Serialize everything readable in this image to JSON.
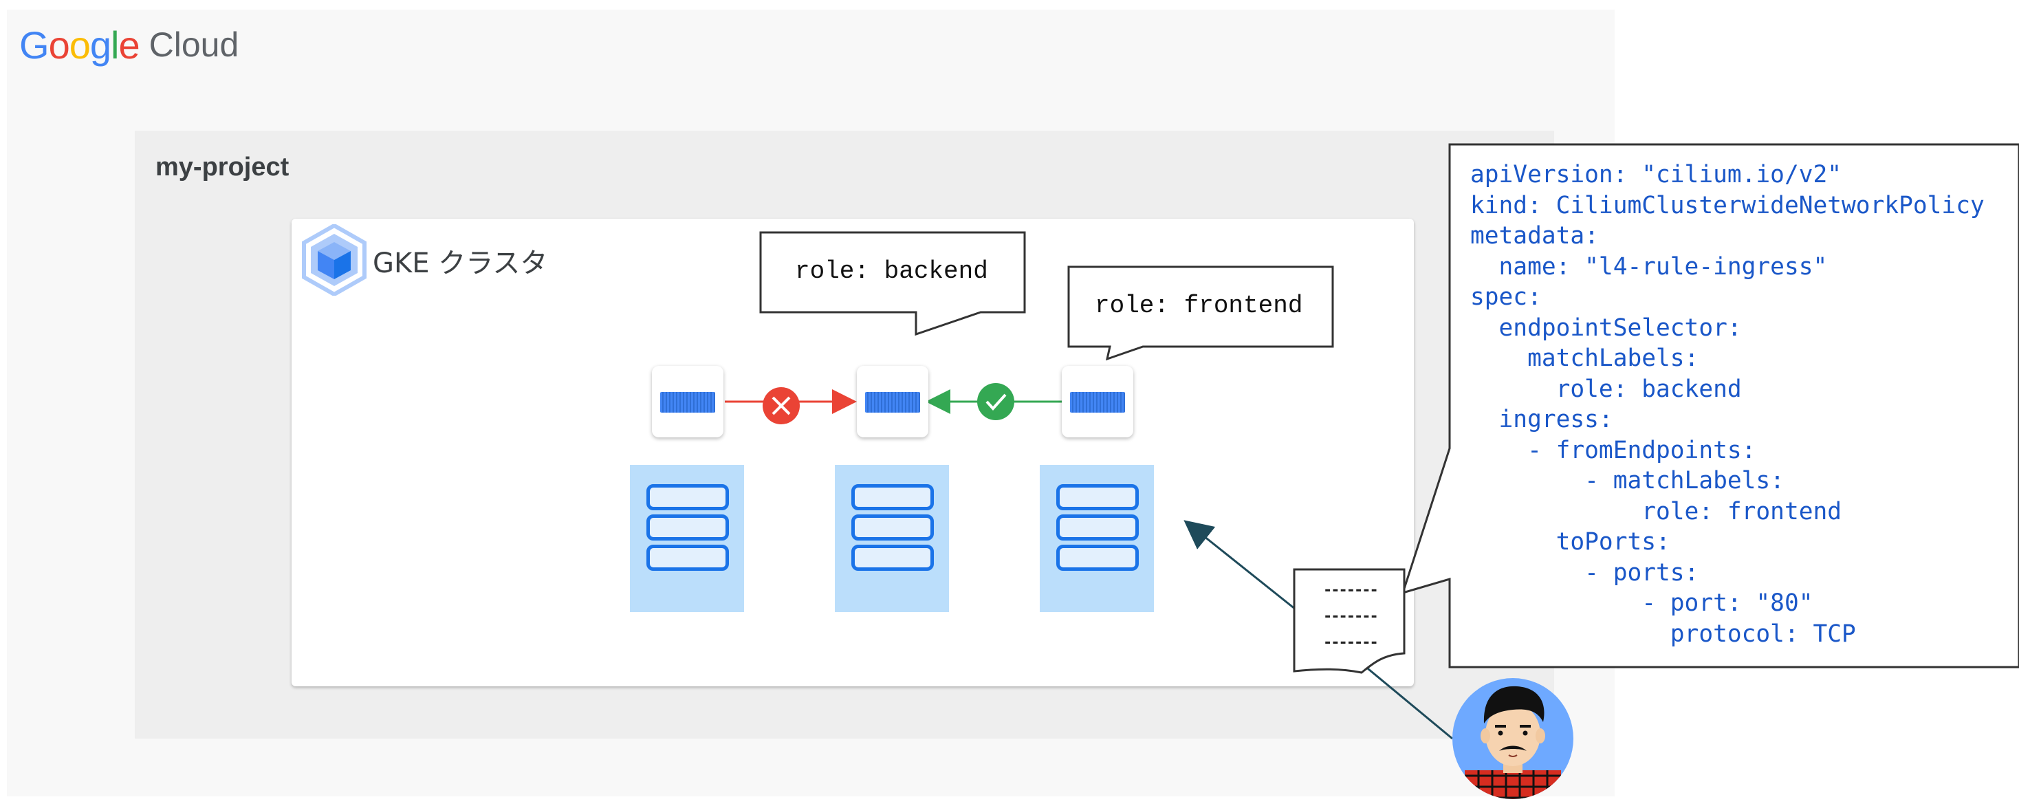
{
  "brand": {
    "logo_letters": [
      {
        "ch": "G",
        "color": "#4285F4"
      },
      {
        "ch": "o",
        "color": "#EA4335"
      },
      {
        "ch": "o",
        "color": "#FBBC05"
      },
      {
        "ch": "g",
        "color": "#4285F4"
      },
      {
        "ch": "l",
        "color": "#34A853"
      },
      {
        "ch": "e",
        "color": "#EA4335"
      }
    ],
    "cloud_word": "Cloud"
  },
  "project": {
    "name": "my-project"
  },
  "cluster": {
    "title": "GKE クラスタ",
    "icon": "gke-cluster-icon"
  },
  "labels": {
    "backend": "role: backend",
    "frontend": "role: frontend"
  },
  "connections": {
    "blocked_icon": "x-icon",
    "allowed_icon": "check-icon",
    "blocked_color": "#EA4335",
    "allowed_color": "#34A853"
  },
  "policy_document": {
    "icon": "document-icon",
    "dashes": [
      "-------",
      "-------",
      "-------"
    ]
  },
  "yaml": {
    "lines": [
      "apiVersion: \"cilium.io/v2\"",
      "kind: CiliumClusterwideNetworkPolicy",
      "metadata:",
      "  name: \"l4-rule-ingress\"",
      "spec:",
      "  endpointSelector:",
      "    matchLabels:",
      "      role: backend",
      "  ingress:",
      "    - fromEndpoints:",
      "        - matchLabels:",
      "            role: frontend",
      "      toPorts:",
      "        - ports:",
      "            - port: \"80\"",
      "              protocol: TCP"
    ]
  },
  "user": {
    "icon": "user-avatar-icon"
  },
  "colors": {
    "node_fill": "#BBDEFB",
    "node_stroke": "#1A73E8",
    "yaml_text": "#1A57C8",
    "arrow_dark": "#1E4A5A"
  }
}
